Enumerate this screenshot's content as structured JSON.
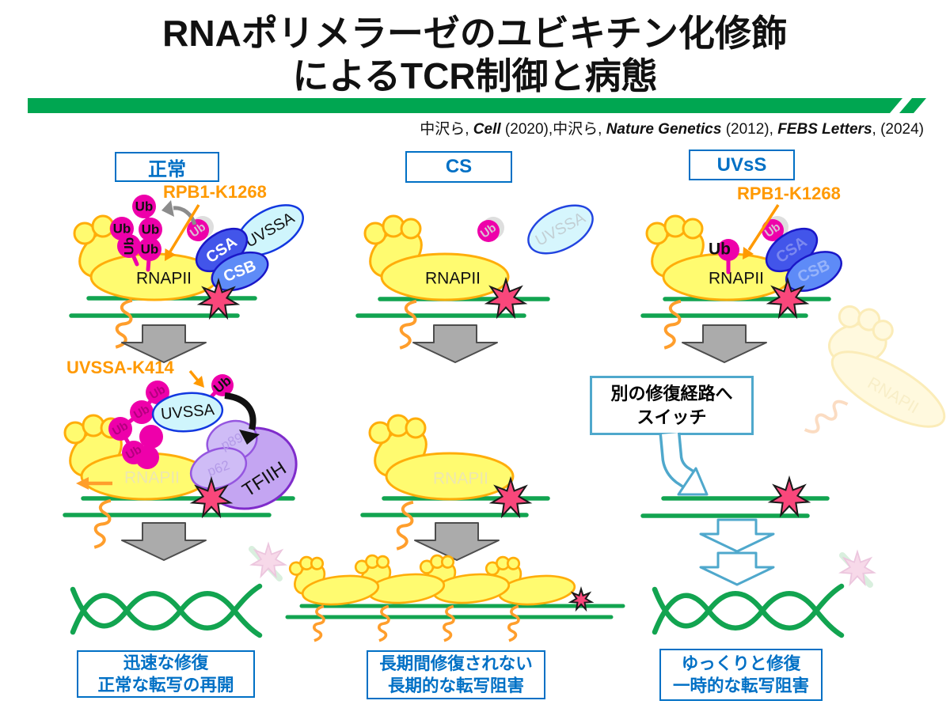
{
  "title": {
    "line1": "RNAポリメラーゼのユビキチン化修飾",
    "line2": "によるTCR制御と病態"
  },
  "citation": {
    "segments": [
      {
        "text": "中沢ら, ",
        "italic": false
      },
      {
        "text": "Cell",
        "italic": true
      },
      {
        "text": " (2020),中沢ら, ",
        "italic": false
      },
      {
        "text": "Nature Genetics",
        "italic": true
      },
      {
        "text": " (2012), ",
        "italic": false
      },
      {
        "text": "FEBS Letters",
        "italic": true
      },
      {
        "text": ", (2024)",
        "italic": false
      }
    ]
  },
  "panels": {
    "normal": {
      "header": "正常"
    },
    "cs": {
      "header": "CS"
    },
    "uvss": {
      "header": "UVsS"
    }
  },
  "labels": {
    "rpb1_k1268": "RPB1-K1268",
    "uvssa_k414": "UVSSA-K414",
    "rnapii": "RNAPII",
    "ub": "Ub",
    "csa": "CSA",
    "csb": "CSB",
    "uvssa": "UVSSA",
    "tfiih": "TFIIH",
    "p89": "p89",
    "p62": "p62"
  },
  "switch_box": {
    "line1": "別の修復経路へ",
    "line2": "スイッチ"
  },
  "outcomes": {
    "normal": {
      "line1": "迅速な修復",
      "line2": "正常な転写の再開"
    },
    "cs": {
      "line1": "長期間修復されない",
      "line2": "長期的な転写阻害"
    },
    "uvss": {
      "line1": "ゆっくりと修復",
      "line2": "一時的な転写阻害"
    }
  },
  "colors": {
    "accent_blue": "#0070C5",
    "teal_outline": "#4FA8CC",
    "dna_green": "#12A450",
    "banner_green": "#00A651",
    "orange_label": "#FF9900",
    "mrna_orange": "#FF9E2C",
    "ubiquitin_magenta": "#EE00AA",
    "rnapii_yellow": "#FFFB70",
    "rnapii_stroke": "#FFAD0A",
    "csa_blue": "#4255EA",
    "csb_blue": "#5E8BF7",
    "uvssa_cyan": "#CFF5FC",
    "tfiih_purple": "#C4A5F2",
    "star_pink": "#F9477B",
    "gray_arrow": "#ABABAB"
  }
}
